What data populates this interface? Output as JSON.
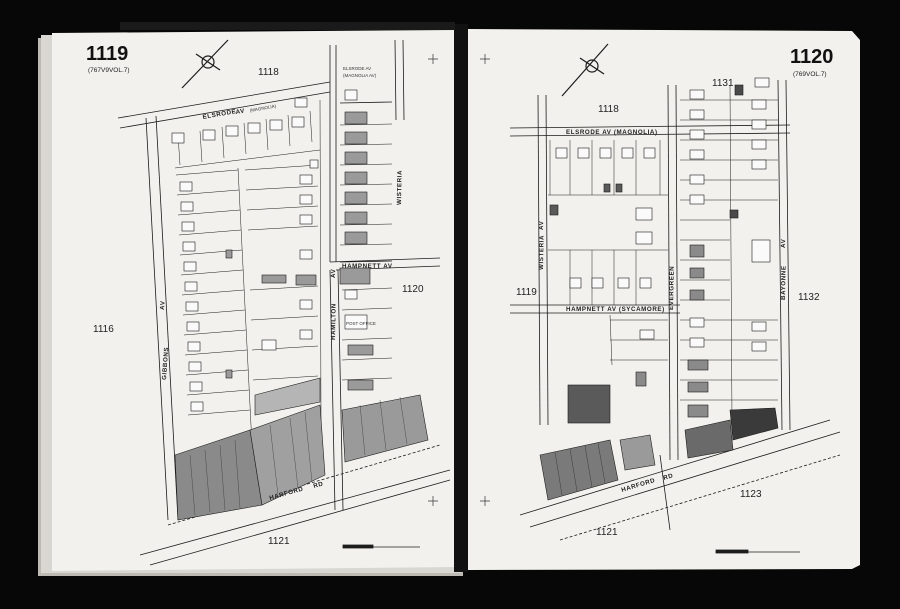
{
  "left_page": {
    "page_number": "1119",
    "volume": "(767V9VOL.7)",
    "adjacent_top": "1118",
    "adjacent_left": "1116",
    "adjacent_right": "1120",
    "adjacent_bottom": "1121",
    "streets": {
      "elsrode": "ELSRODE",
      "elsrode_old": "(MAGNOLIA)",
      "elsrode_av": "AV",
      "elsrode_right": "ELSRODE AV",
      "elsrode_right_old": "(MAGNOLIA AV)",
      "gibbons": "GIBBONS",
      "gibbons_av": "AV",
      "hamilton": "HAMILTON",
      "hamilton_av": "AV",
      "wisteria": "WISTERIA",
      "hampnett": "HAMPNETT AV",
      "harford": "HARFORD",
      "harford_rd": "RD"
    },
    "building_label": "POST OFFICE"
  },
  "right_page": {
    "page_number": "1120",
    "volume": "(769VOL.7)",
    "adjacent_top": "1118",
    "adjacent_left": "1119",
    "adjacent_right": "1132",
    "adjacent_bottom_left": "1121",
    "adjacent_bottom_right": "1123",
    "adjacent_top_right": "1131",
    "streets": {
      "elsrode": "ELSRODE AV (MAGNOLIA)",
      "wisteria": "WISTERIA",
      "wisteria_av": "AV",
      "hampnett": "HAMPNETT AV (SYCAMORE)",
      "evergreen": "EVERGREEN",
      "bayonne": "BAYONNE",
      "bayonne_av": "AV",
      "harford": "HARFORD",
      "harford_rd": "RD"
    }
  },
  "colors": {
    "background": "#070707",
    "paper": "#f2f1ed",
    "ink": "#1c1c1c",
    "building": "#8a8a8a",
    "building_dark": "#4a4a4a"
  }
}
